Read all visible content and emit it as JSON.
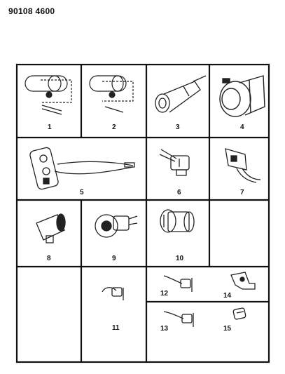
{
  "header": {
    "code": "90108 4600"
  },
  "panels": [
    {
      "label": "1"
    },
    {
      "label": "2"
    },
    {
      "label": "3"
    },
    {
      "label": "4"
    },
    {
      "label": "5"
    },
    {
      "label": "6"
    },
    {
      "label": "7"
    },
    {
      "label": "8"
    },
    {
      "label": "9"
    },
    {
      "label": "10"
    },
    {
      "label": "11"
    },
    {
      "label": "12"
    },
    {
      "label": "13"
    },
    {
      "label": "14"
    },
    {
      "label": "15"
    }
  ],
  "icons": [
    "bulb-socket-kit-icon",
    "socket-pigtail-icon",
    "lamp-socket-icon",
    "wire-harness-icon"
  ]
}
